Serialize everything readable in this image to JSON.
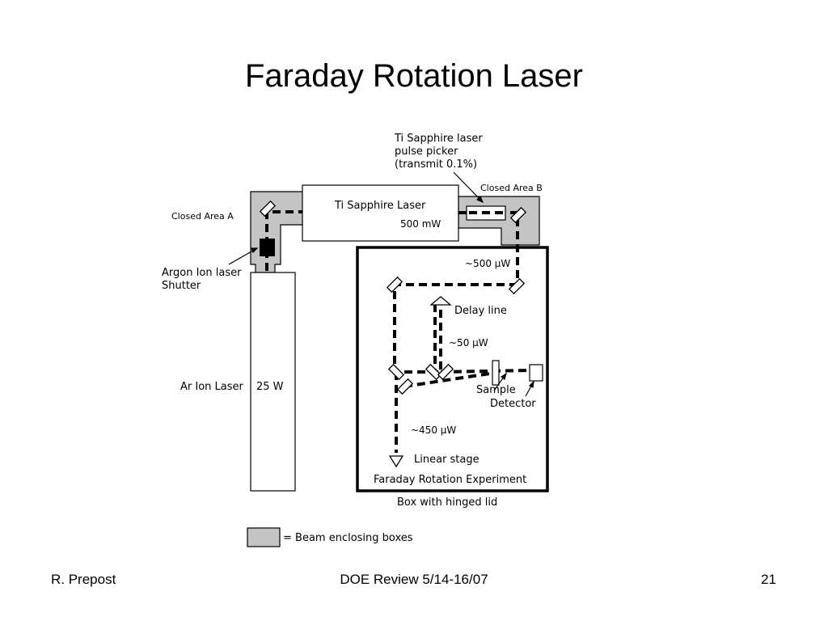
{
  "slide": {
    "title": "Faraday Rotation Laser",
    "footer_left": "R. Prepost",
    "footer_center": "DOE Review 5/14-16/07",
    "footer_right": "21"
  },
  "diagram": {
    "pulse_picker_label": [
      "Ti Sapphire laser",
      "pulse picker",
      "(transmit 0.1%)"
    ],
    "closed_area_a": "Closed Area A",
    "closed_area_b": "Closed Area B",
    "ti_sapphire_laser": "Ti Sapphire Laser",
    "ti_sapphire_power": "500 mW",
    "argon_shutter_label": [
      "Argon Ion laser",
      "Shutter"
    ],
    "ar_ion_laser": "Ar Ion Laser",
    "ar_ion_power": "25 W",
    "power_500uw": "~500 µW",
    "delay_line": "Delay line",
    "power_50uw": "~50 µW",
    "sample": "Sample",
    "detector": "Detector",
    "power_450uw": "~450 µW",
    "linear_stage": "Linear stage",
    "experiment_label": "Faraday Rotation Experiment",
    "box_note": "Box with hinged lid",
    "legend_text": "= Beam enclosing boxes",
    "enclosure_color": "#c4c4c4"
  }
}
